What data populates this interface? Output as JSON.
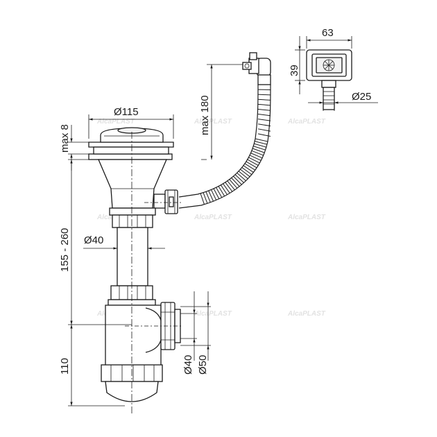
{
  "dimensions": {
    "overflow_width": "63",
    "overflow_height": "39",
    "hose_diameter": "Ø25",
    "strainer_diameter": "Ø115",
    "hose_length": "max 180",
    "flange_thickness": "max 8",
    "tube_diameter": "Ø40",
    "adjustable_height": "155 - 260",
    "trap_height": "110",
    "outlet_small": "Ø40",
    "outlet_large": "Ø50"
  },
  "watermark": "AlcaPLAST"
}
